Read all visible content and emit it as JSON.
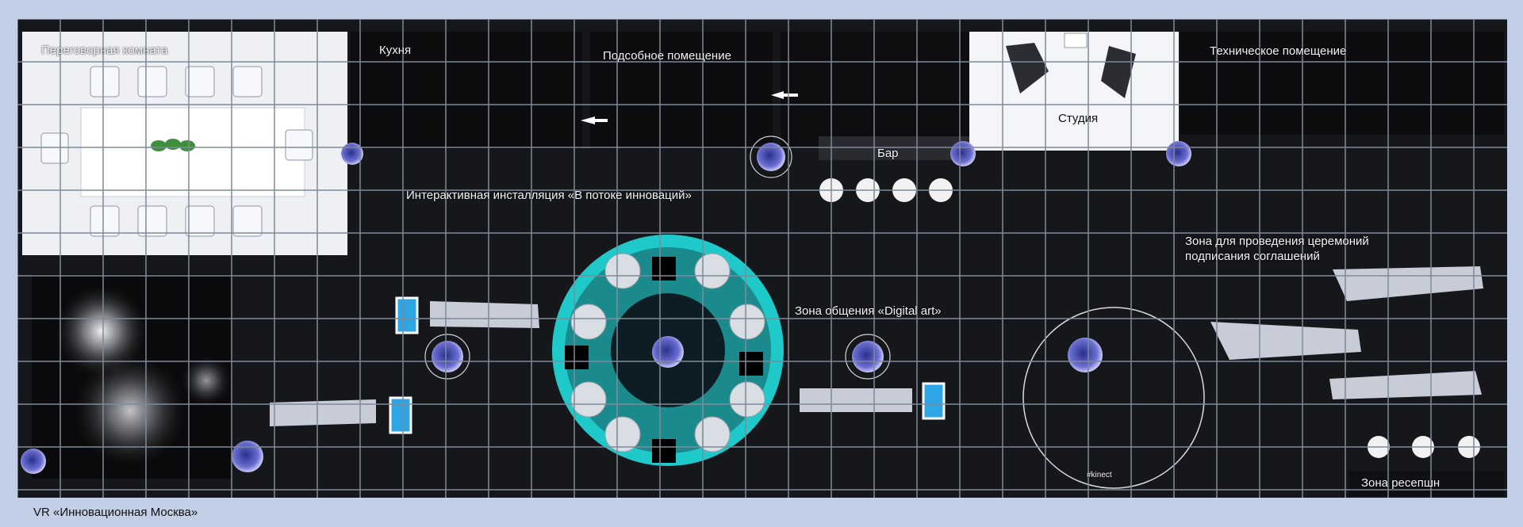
{
  "title": "VR «Инновационная Москва»",
  "zones": {
    "meeting_room": "Переговорная комната",
    "kitchen": "Кухня",
    "utility_room": "Подсобное помещение",
    "technical_room": "Техническое помещение",
    "studio": "Студия",
    "bar": "Бар",
    "installation": "Интерактивная инсталляция «В потоке инноваций»",
    "digital_art": "Зона общения «Digital art»",
    "ceremony": "Зона для проведения церемоний\nподписания соглашений",
    "reception": "Зона ресепшн"
  },
  "markings": {
    "kinect": "#kinect"
  },
  "colors": {
    "background": "#c3cfe6",
    "floor": "#16171b",
    "grid": "#7f8a99",
    "teal": "#1fc9c9",
    "room_white": "#eef0f4"
  }
}
